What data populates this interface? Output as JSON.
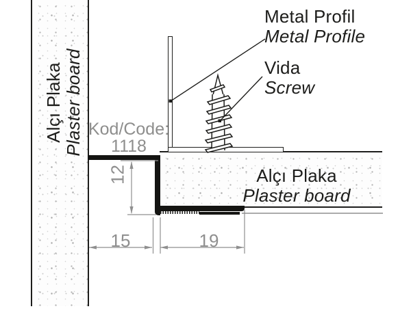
{
  "drawing": {
    "code": {
      "label": "Kod/Code:",
      "value": "1118"
    },
    "callouts": {
      "metal_profile": {
        "tr": "Metal Profil",
        "en": "Metal Profile"
      },
      "screw": {
        "tr": "Vida",
        "en": "Screw"
      }
    },
    "materials": {
      "wall_board": {
        "tr": "Alçı Plaka",
        "en": "Plaster board"
      },
      "ceiling_board": {
        "tr": "Alçı Plaka",
        "en": "Plaster board"
      }
    },
    "dimensions": {
      "profile_step_height": "12",
      "top_flange_length": "15",
      "bottom_flange_length": "19"
    },
    "colors": {
      "line_black": "#1d1d1b",
      "dimension_gray": "#8f8f8f",
      "code_text_gray": "#8e8e8d",
      "background": "#ffffff"
    }
  }
}
